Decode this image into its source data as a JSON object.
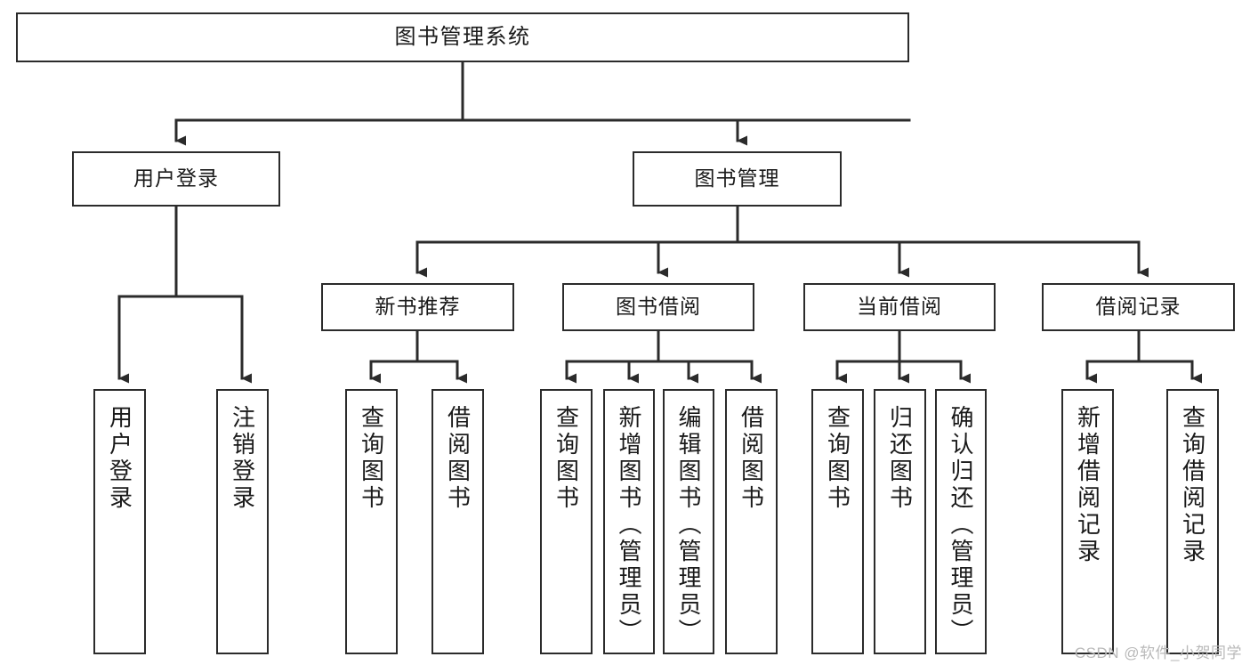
{
  "diagram": {
    "type": "tree-hierarchy-chart",
    "title": "图书管理系统",
    "watermark": "CSDN @软件_小贺同学",
    "colors": {
      "box_border": "#2b2b2b",
      "box_fill": "#ffffff",
      "connector": "#2b2b2b",
      "text": "#1a1a1a",
      "watermark": "#b9b9b9",
      "background": "#ffffff"
    },
    "root": {
      "label": "图书管理系统"
    },
    "level2": [
      {
        "label": "用户登录"
      },
      {
        "label": "图书管理"
      }
    ],
    "level3": [
      {
        "label": "新书推荐"
      },
      {
        "label": "图书借阅"
      },
      {
        "label": "当前借阅"
      },
      {
        "label": "借阅记录"
      }
    ],
    "leaves": {
      "user_login": [
        {
          "label": "用户登录"
        },
        {
          "label": "注销登录"
        }
      ],
      "new_book_recommend": [
        {
          "label": "查询图书"
        },
        {
          "label": "借阅图书"
        }
      ],
      "book_borrow": [
        {
          "label": "查询图书"
        },
        {
          "label": "新增图书（管理员）"
        },
        {
          "label": "编辑图书（管理员）"
        },
        {
          "label": "借阅图书"
        }
      ],
      "current_borrow": [
        {
          "label": "查询图书"
        },
        {
          "label": "归还图书"
        },
        {
          "label": "确认归还（管理员）"
        }
      ],
      "borrow_record": [
        {
          "label": "新增借阅记录"
        },
        {
          "label": "查询借阅记录"
        }
      ]
    }
  }
}
